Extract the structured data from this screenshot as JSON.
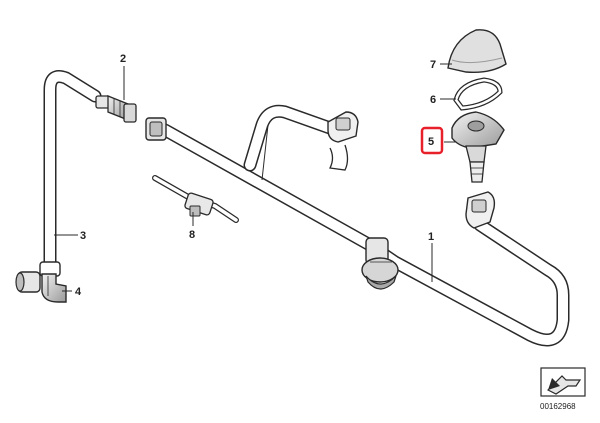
{
  "diagram": {
    "callouts": [
      {
        "id": "1",
        "label": "1"
      },
      {
        "id": "2",
        "label": "2"
      },
      {
        "id": "3",
        "label": "3"
      },
      {
        "id": "4",
        "label": "4"
      },
      {
        "id": "5",
        "label": "5",
        "highlighted": true
      },
      {
        "id": "6",
        "label": "6"
      },
      {
        "id": "7",
        "label": "7"
      },
      {
        "id": "8",
        "label": "8"
      }
    ],
    "reference_number": "00162968",
    "colors": {
      "line": "#2a2a2a",
      "hose_fill": "#ffffff",
      "part_shade": "#cfcfcf",
      "highlight": "#e8202a"
    }
  }
}
